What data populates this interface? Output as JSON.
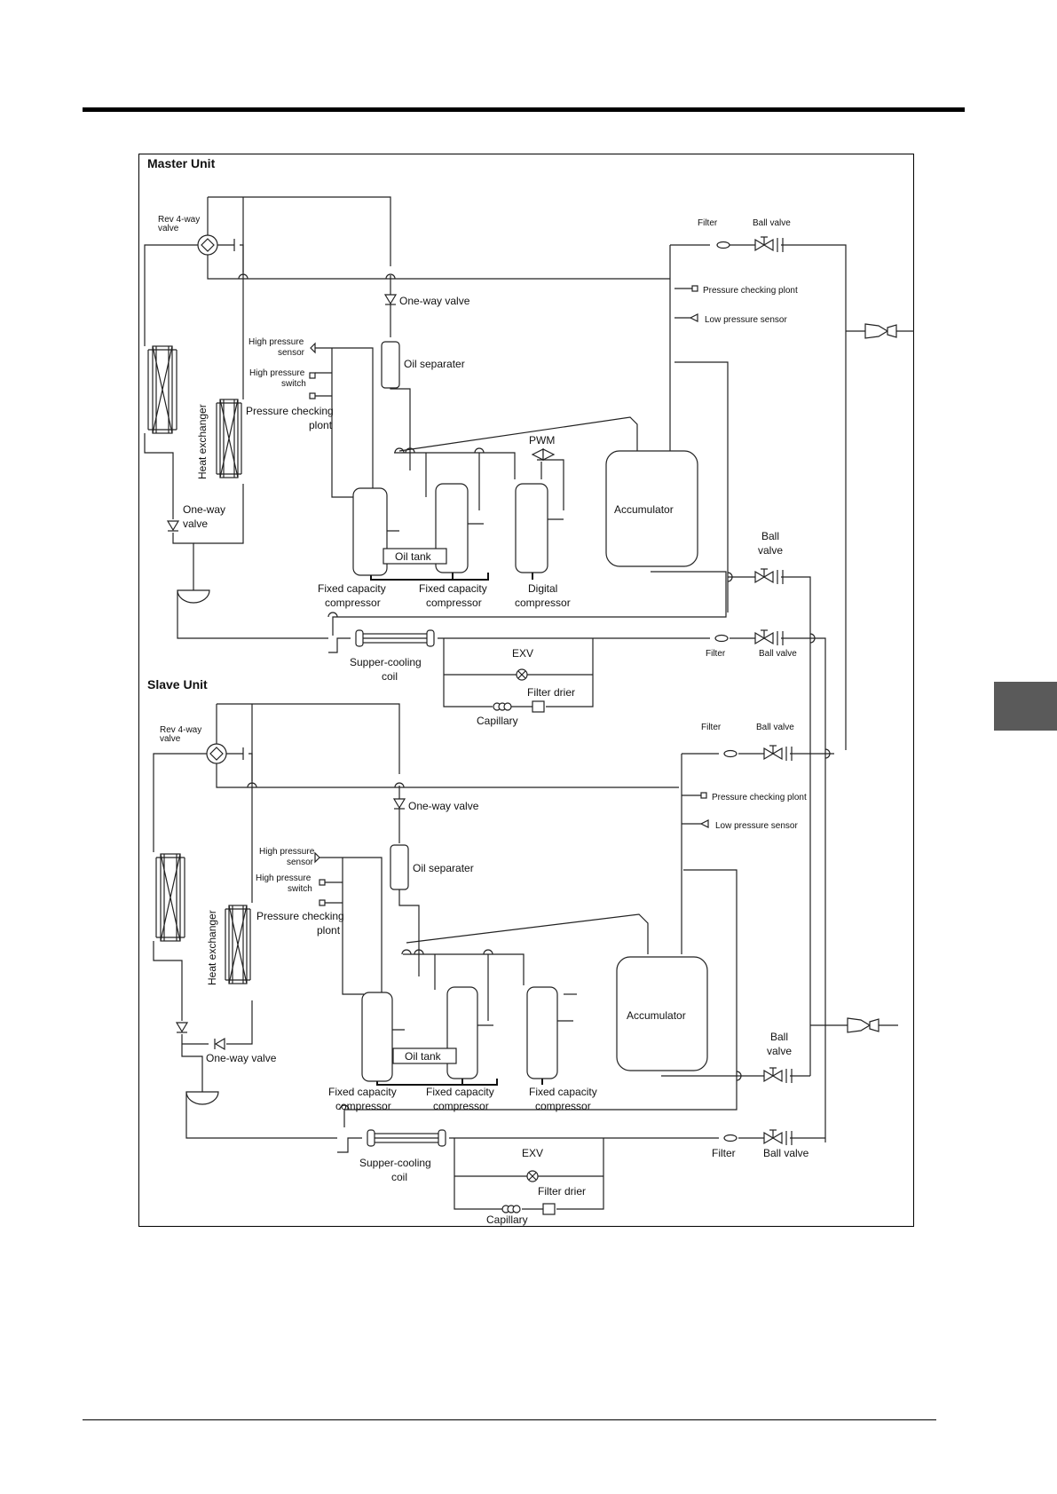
{
  "master": {
    "title": "Master Unit",
    "rev_valve": [
      "Rev 4-way",
      "valve"
    ],
    "heat_exchanger": "Heat exchanger",
    "one_way_top": "One-way valve",
    "one_way_left": [
      "One-way",
      "valve"
    ],
    "hp_sensor": [
      "High pressure",
      "sensor"
    ],
    "hp_switch": [
      "High pressure",
      "switch"
    ],
    "pcp_left": [
      "Pressure checking",
      "plont"
    ],
    "oil_separator": "Oil separater",
    "pwm": "PWM",
    "accumulator": "Accumulator",
    "oil_tank": "Oil tank",
    "compressor_1": [
      "Fixed capacity",
      "compressor"
    ],
    "compressor_2": [
      "Fixed capacity",
      "compressor"
    ],
    "compressor_3": [
      "Digital",
      "compressor"
    ],
    "filter_top": "Filter",
    "ball_valve_top": "Ball valve",
    "pcp_right": "Pressure checking plont",
    "lp_sensor": "Low pressure sensor",
    "ball_valve_mid": [
      "Ball",
      "valve"
    ],
    "filter_low": "Filter",
    "ball_valve_low": "Ball valve",
    "subcooling": [
      "Supper-cooling",
      "coil"
    ],
    "exv": "EXV",
    "filter_drier": "Filter drier",
    "capillary": "Capillary"
  },
  "slave": {
    "title": "Slave Unit",
    "rev_valve": [
      "Rev 4-way",
      "valve"
    ],
    "heat_exchanger": "Heat exchanger",
    "one_way_top": "One-way valve",
    "one_way_left": "One-way valve",
    "hp_sensor": [
      "High pressure",
      "sensor"
    ],
    "hp_switch": [
      "High pressure",
      "switch"
    ],
    "pcp_left": [
      "Pressure checking",
      "plont"
    ],
    "oil_separator": "Oil separater",
    "accumulator": "Accumulator",
    "oil_tank": "Oil tank",
    "compressor_1": [
      "Fixed capacity",
      "compressor"
    ],
    "compressor_2": [
      "Fixed capacity",
      "compressor"
    ],
    "compressor_3": [
      "Fixed capacity",
      "compressor"
    ],
    "filter_top": "Filter",
    "ball_valve_top": "Ball valve",
    "pcp_right": "Pressure checking plont",
    "lp_sensor": "Low pressure sensor",
    "ball_valve_mid": [
      "Ball",
      "valve"
    ],
    "filter_low": "Filter",
    "ball_valve_low": "Ball valve",
    "subcooling": [
      "Supper-cooling",
      "coil"
    ],
    "exv": "EXV",
    "filter_drier": "Filter drier",
    "capillary": "Capillary"
  }
}
